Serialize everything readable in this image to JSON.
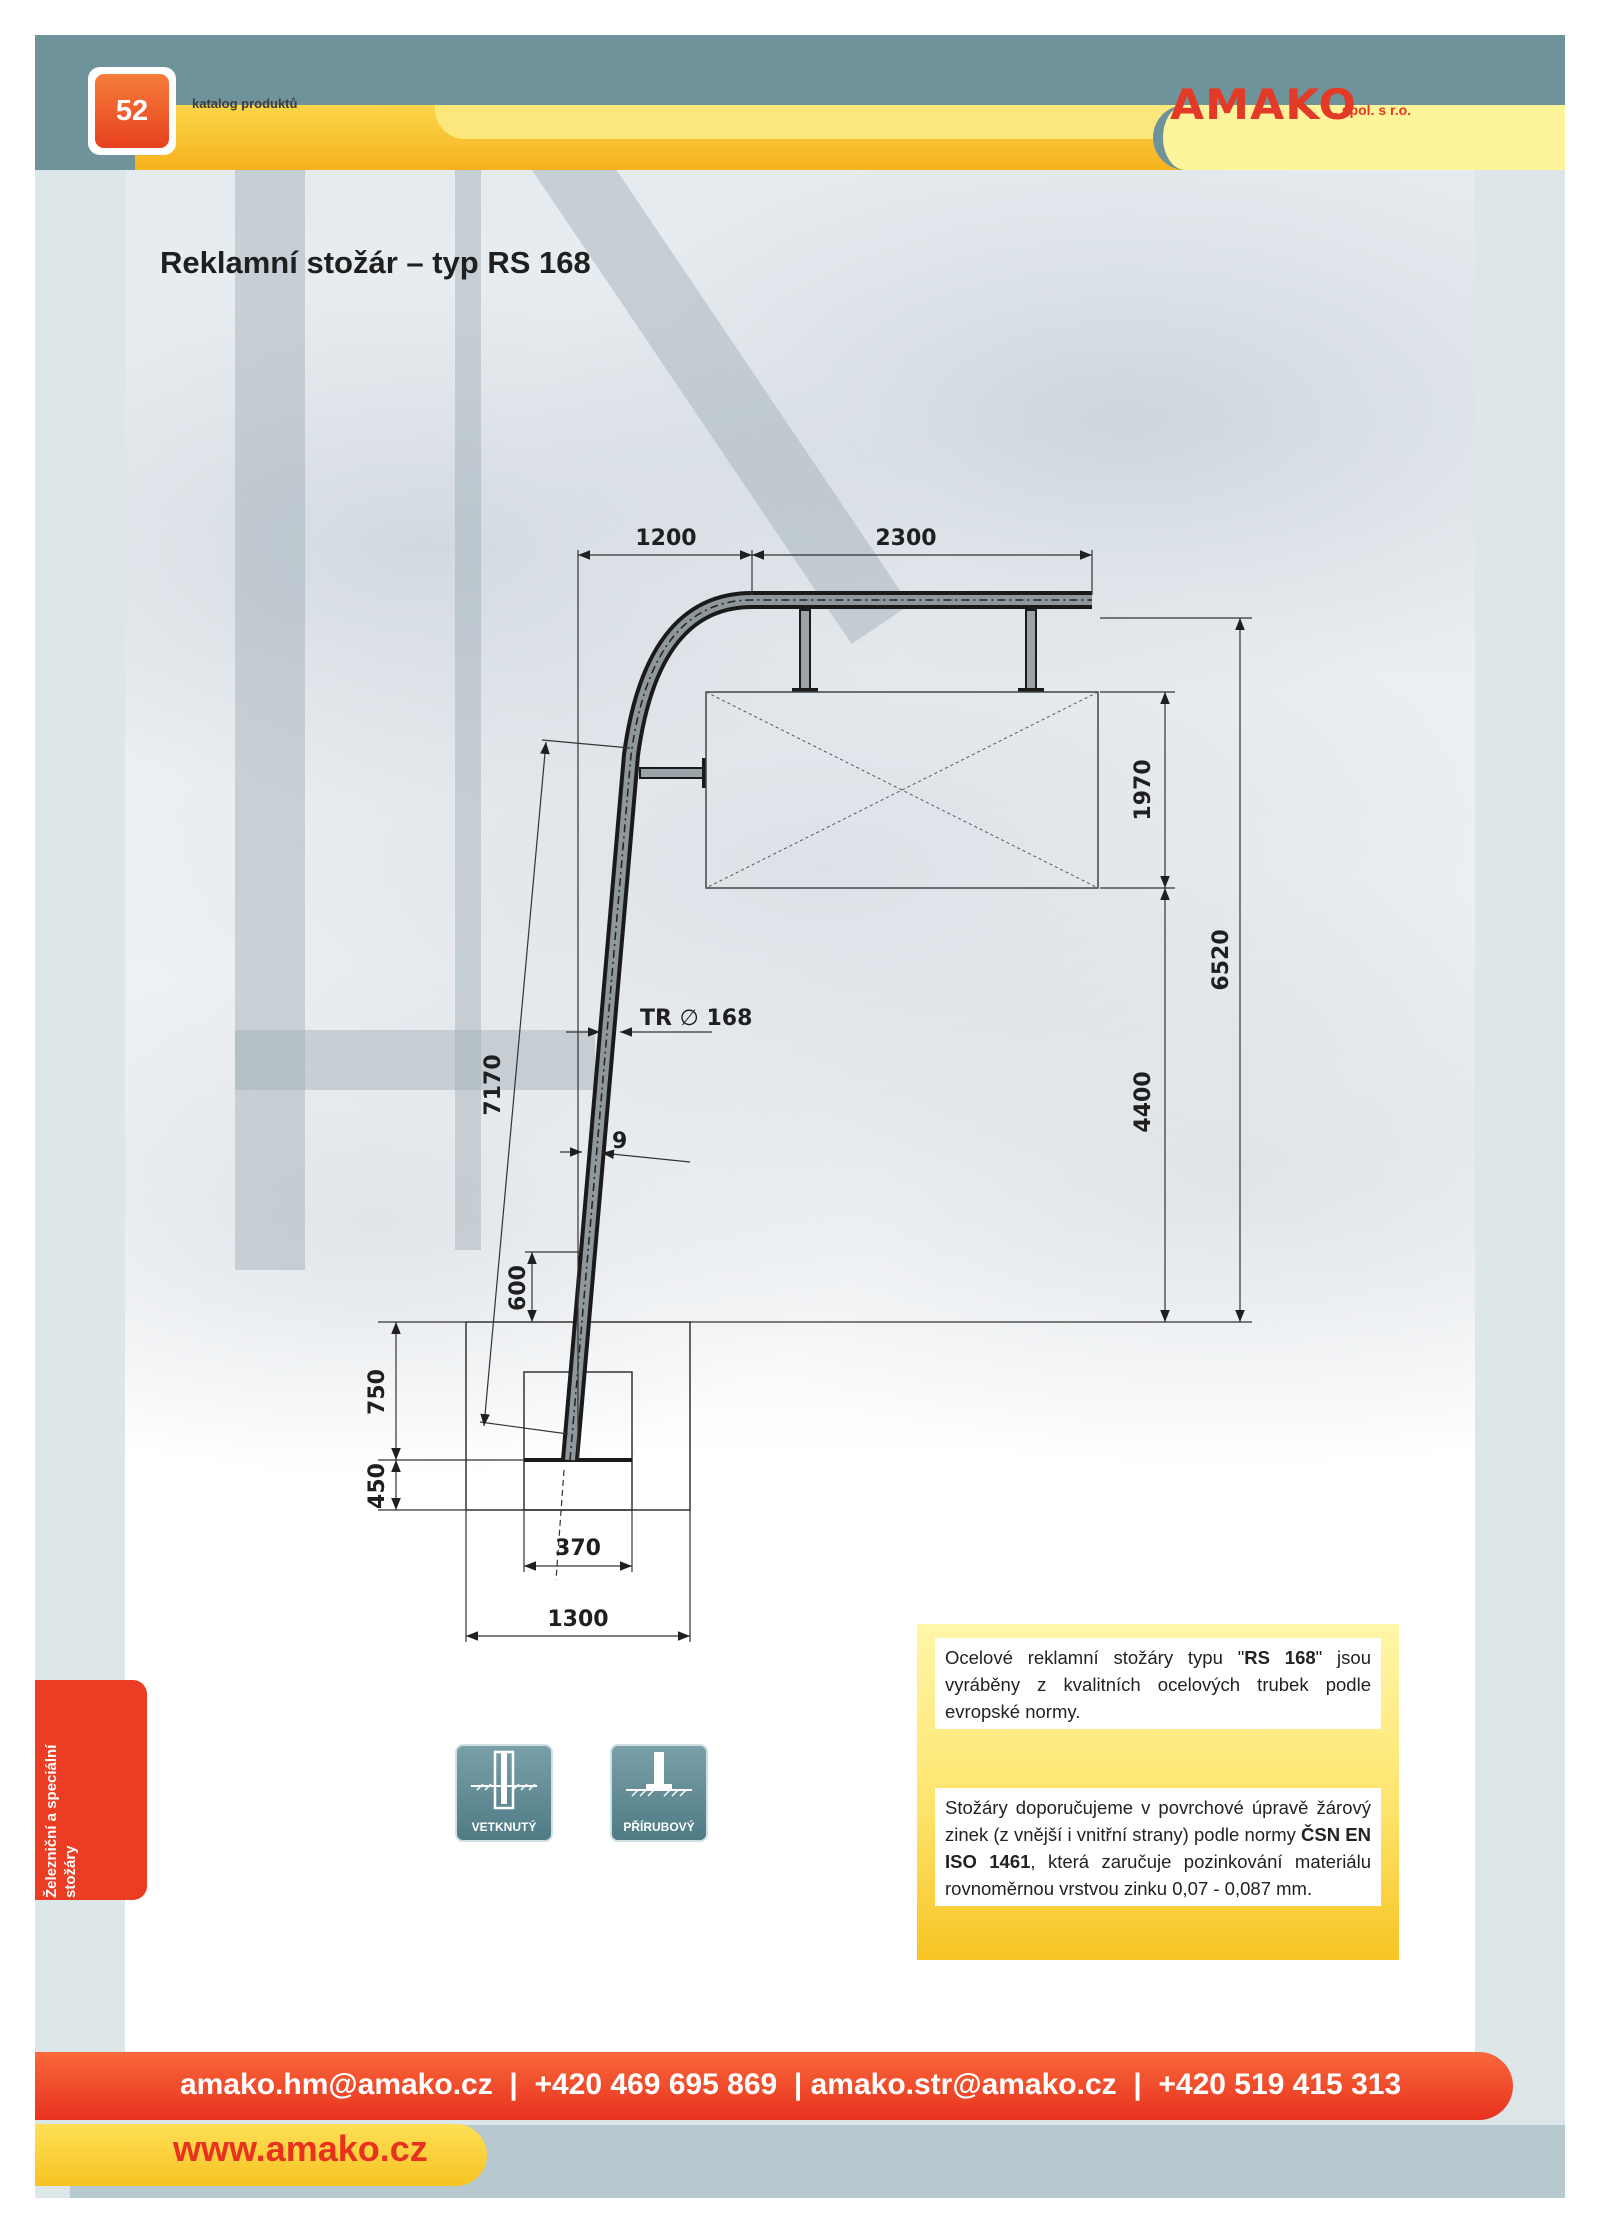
{
  "header": {
    "page_number": "52",
    "section_label": "katalog produktů",
    "logo": "AMAKO",
    "logo_suffix": ", spol. s r.o."
  },
  "title": "Reklamní stožár – typ RS 168",
  "drawing": {
    "dimensions": {
      "top_left": "1200",
      "top_right": "2300",
      "sign_height": "1970",
      "total_height": "6520",
      "lower_height": "4400",
      "pole_length": "7170",
      "tube": "TR",
      "tube_symbol": "∅",
      "tube_diameter": "168",
      "wall": "9",
      "embed": "600",
      "foundation_upper": "750",
      "foundation_lower": "450",
      "inner_width": "370",
      "foundation_width": "1300"
    }
  },
  "mount_icons": [
    {
      "label": "VETKNUTÝ"
    },
    {
      "label": "PŘÍRUBOVÝ"
    }
  ],
  "info": {
    "paragraph1_a": "Ocelové reklamní stožáry typu \"",
    "paragraph1_b": "RS 168",
    "paragraph1_c": "\" jsou vyráběny z kvalitních ocelových trubek podle evropské normy.",
    "paragraph2_a": "Stožáry doporučujeme v povrchové úpravě žárový zinek (z vnější i vnitřní strany) podle normy ",
    "paragraph2_b": "ČSN EN ISO 1461",
    "paragraph2_c": ", která zaručuje pozinkování materiálu rovnoměrnou vrstvou zinku 0,07 - 0,087 mm."
  },
  "side_tab": {
    "line1": "Železniční a speciální",
    "line2": "stožáry"
  },
  "footer": {
    "contacts": "amako.hm@amako.cz  |  +420 469 695 869  | amako.str@amako.cz  |  +420 519 415 313",
    "website": "www.amako.cz"
  },
  "colors": {
    "accent_red": "#e8321f",
    "accent_yellow": "#f8c322",
    "header_teal": "#6f939b"
  }
}
